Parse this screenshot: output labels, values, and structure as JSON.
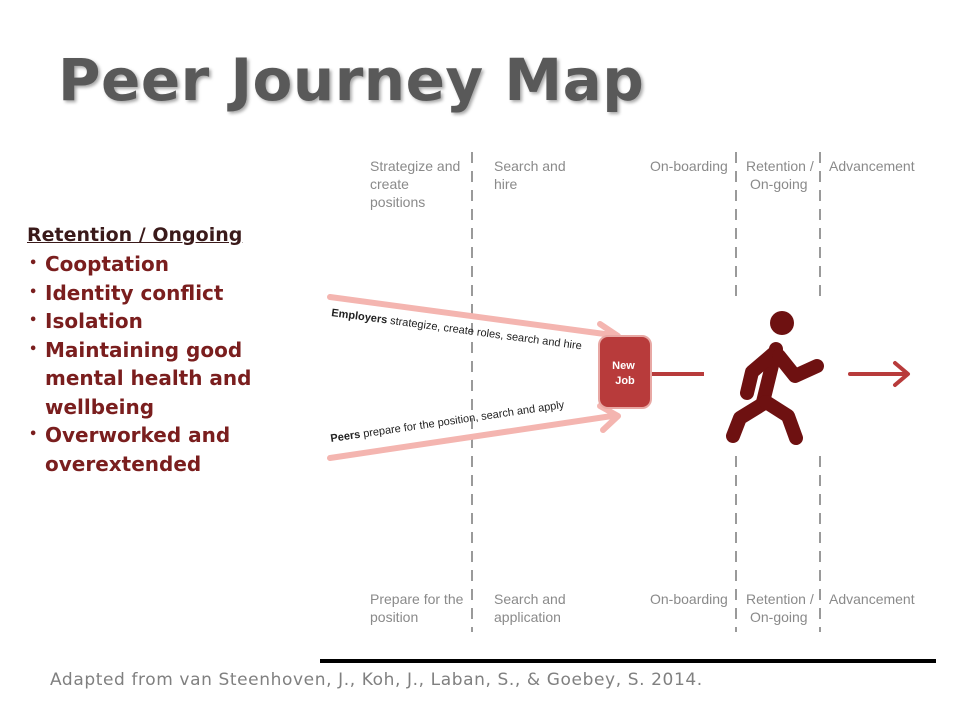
{
  "title": "Peer Journey Map",
  "panel": {
    "heading": "Retention / Ongoing",
    "items": [
      "Cooptation",
      "Identity conflict",
      "Isolation",
      "Maintaining good mental health and wellbeing",
      "Overworked and overextended"
    ]
  },
  "diagram": {
    "top_stages": {
      "s1": [
        "Strategize and",
        "create",
        "positions"
      ],
      "s2": [
        "Search and",
        "hire"
      ],
      "s3": [
        "On-boarding"
      ],
      "s4": [
        "Retention /",
        "On-going"
      ],
      "s5": [
        "Advancement"
      ]
    },
    "bottom_stages": {
      "s1": [
        "Prepare for the",
        "position"
      ],
      "s2": [
        "Search and",
        "application"
      ],
      "s3": [
        "On-boarding"
      ],
      "s4": [
        "Retention /",
        "On-going"
      ],
      "s5": [
        "Advancement"
      ]
    },
    "employers_bold": "Employers",
    "employers_text": " strategize, create roles, search and hire",
    "peers_bold": "Peers",
    "peers_text": " prepare for the position, search and apply",
    "box_line1": "New",
    "box_line2": "Job",
    "figure_icon": "walking-person-icon",
    "colors": {
      "arrow_light": "#f4b5b0",
      "accent": "#b83b3b",
      "figure": "#6e1111"
    }
  },
  "citation": "Adapted from van Steenhoven, J., Koh, J., Laban, S., & Goebey, S. 2014."
}
